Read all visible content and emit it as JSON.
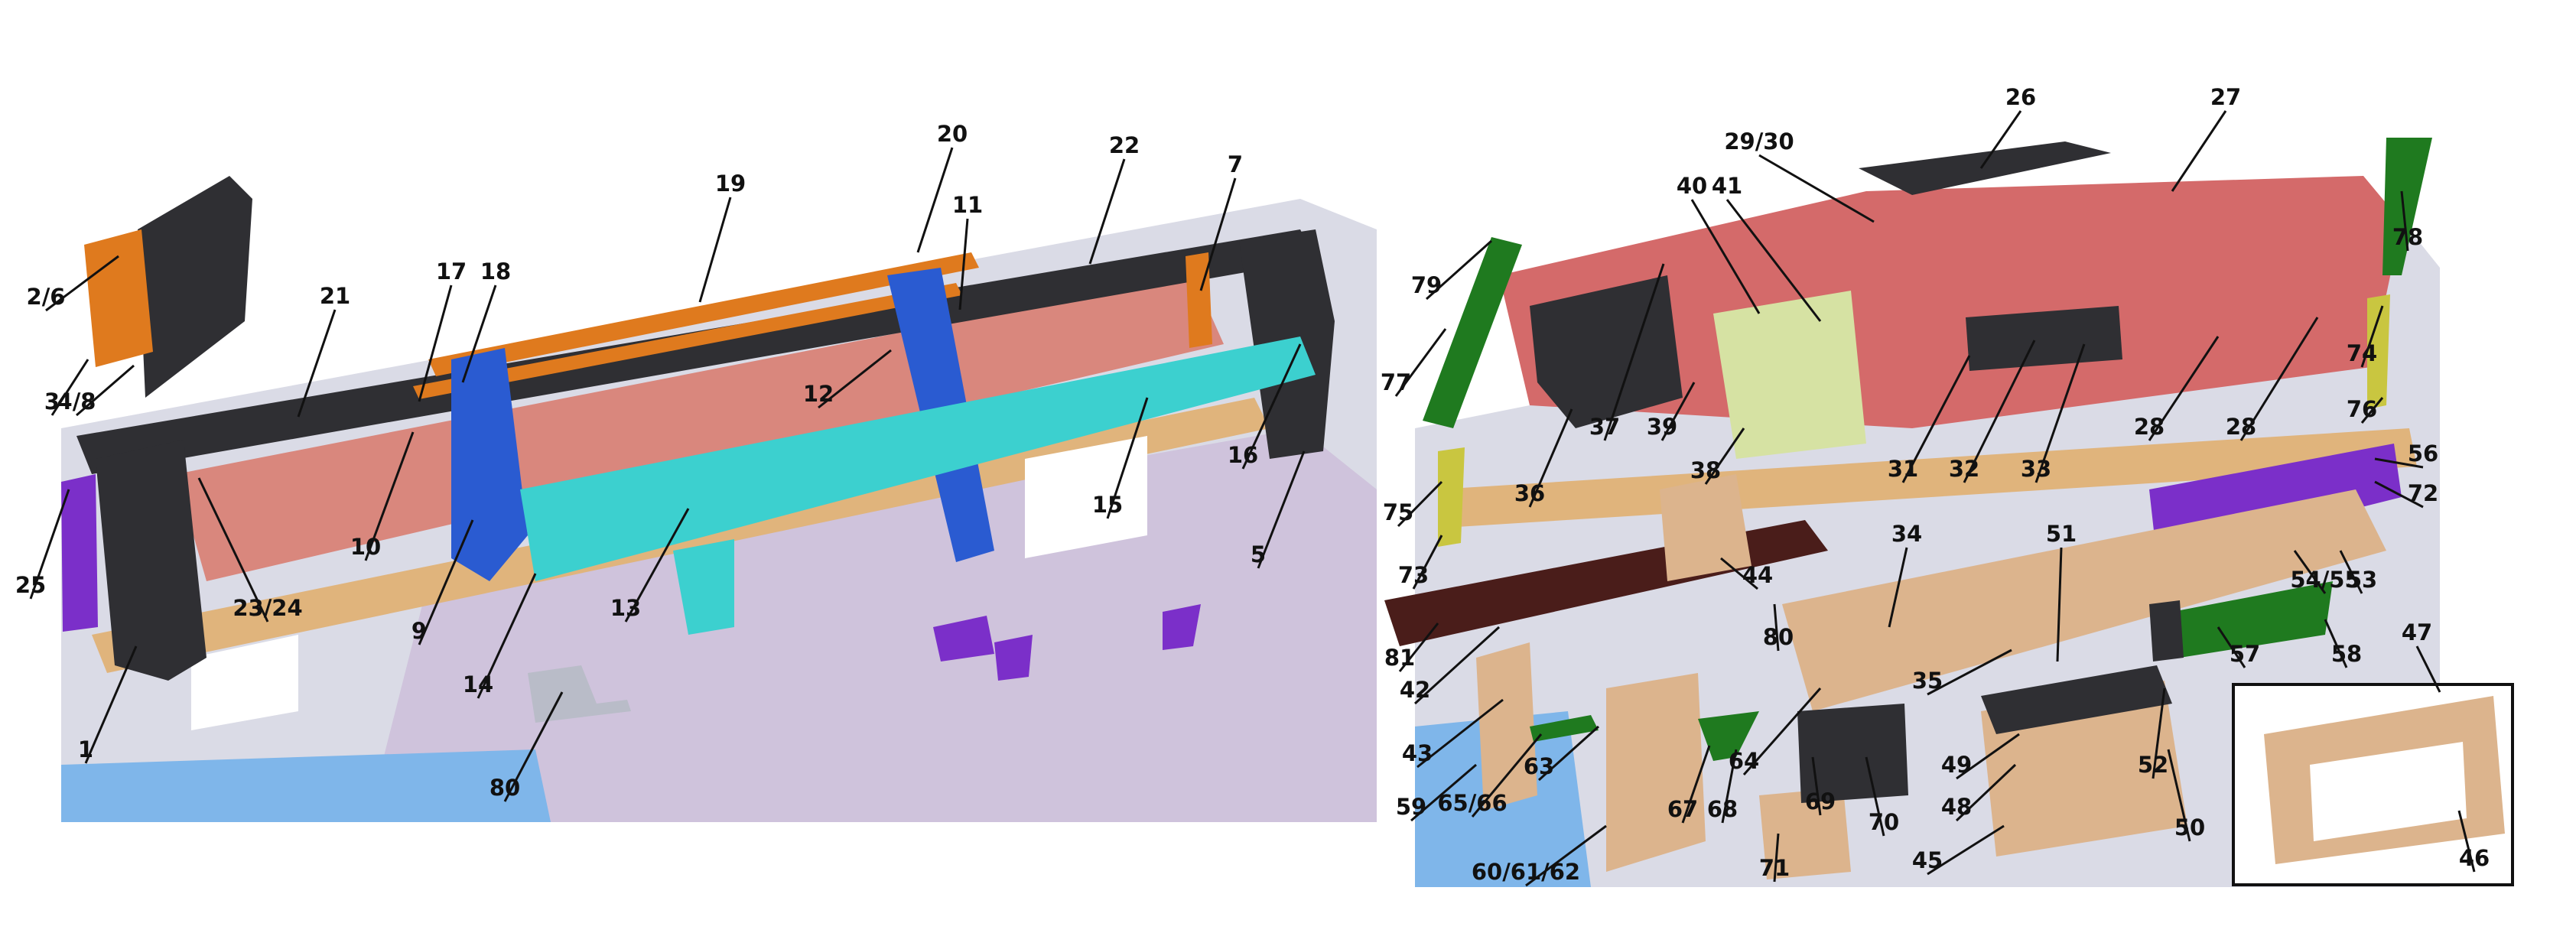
{
  "colors": {
    "floor_grey": "#dadbe6",
    "floor_violet": "#cfc3dc",
    "floor_blue": "#7fb6ea",
    "firewall_red": "#d9877d",
    "beam_tan": "#e0b47c",
    "panel_black": "#2f2f33",
    "bracket_orange": "#df7a1e",
    "bracket_blue": "#2a5bd1",
    "beam_cyan": "#3cd0cf",
    "bracket_purple": "#7b2fc9",
    "dash_red": "#d46a6a",
    "trim_tan": "#dcb48d",
    "dark_brown": "#4a1d1a",
    "green": "#1f7a1f",
    "yellow": "#c9c640",
    "pale_green": "#d6e2a3",
    "grey_bracket": "#b9bcc8"
  },
  "left_diagram": {
    "callouts": [
      {
        "id": "c-2-6",
        "label": "2/6"
      },
      {
        "id": "c-3",
        "label": "3"
      },
      {
        "id": "c-4-8",
        "label": "4/8"
      },
      {
        "id": "c-21",
        "label": "21"
      },
      {
        "id": "c-17",
        "label": "17"
      },
      {
        "id": "c-18",
        "label": "18"
      },
      {
        "id": "c-19",
        "label": "19"
      },
      {
        "id": "c-20",
        "label": "20"
      },
      {
        "id": "c-11",
        "label": "11"
      },
      {
        "id": "c-22",
        "label": "22"
      },
      {
        "id": "c-7",
        "label": "7"
      },
      {
        "id": "c-12",
        "label": "12"
      },
      {
        "id": "c-16",
        "label": "16"
      },
      {
        "id": "c-15",
        "label": "15"
      },
      {
        "id": "c-5",
        "label": "5"
      },
      {
        "id": "c-10",
        "label": "10"
      },
      {
        "id": "c-9",
        "label": "9"
      },
      {
        "id": "c-13",
        "label": "13"
      },
      {
        "id": "c-14",
        "label": "14"
      },
      {
        "id": "c-23-24",
        "label": "23/24"
      },
      {
        "id": "c-25",
        "label": "25"
      },
      {
        "id": "c-1",
        "label": "1"
      },
      {
        "id": "c-80a",
        "label": "80"
      }
    ]
  },
  "right_diagram": {
    "callouts": [
      {
        "id": "c-26",
        "label": "26"
      },
      {
        "id": "c-27",
        "label": "27"
      },
      {
        "id": "c-29-30",
        "label": "29/30"
      },
      {
        "id": "c-40",
        "label": "40"
      },
      {
        "id": "c-41",
        "label": "41"
      },
      {
        "id": "c-79",
        "label": "79"
      },
      {
        "id": "c-77",
        "label": "77"
      },
      {
        "id": "c-78",
        "label": "78"
      },
      {
        "id": "c-74",
        "label": "74"
      },
      {
        "id": "c-76",
        "label": "76"
      },
      {
        "id": "c-56",
        "label": "56"
      },
      {
        "id": "c-72",
        "label": "72"
      },
      {
        "id": "c-75",
        "label": "75"
      },
      {
        "id": "c-73",
        "label": "73"
      },
      {
        "id": "c-36",
        "label": "36"
      },
      {
        "id": "c-37",
        "label": "37"
      },
      {
        "id": "c-39",
        "label": "39"
      },
      {
        "id": "c-38",
        "label": "38"
      },
      {
        "id": "c-31",
        "label": "31"
      },
      {
        "id": "c-32",
        "label": "32"
      },
      {
        "id": "c-33",
        "label": "33"
      },
      {
        "id": "c-28a",
        "label": "28"
      },
      {
        "id": "c-28b",
        "label": "28"
      },
      {
        "id": "c-34",
        "label": "34"
      },
      {
        "id": "c-51",
        "label": "51"
      },
      {
        "id": "c-44",
        "label": "44"
      },
      {
        "id": "c-54-55",
        "label": "54/55"
      },
      {
        "id": "c-53",
        "label": "53"
      },
      {
        "id": "c-81",
        "label": "81"
      },
      {
        "id": "c-80b",
        "label": "80"
      },
      {
        "id": "c-42",
        "label": "42"
      },
      {
        "id": "c-43",
        "label": "43"
      },
      {
        "id": "c-35",
        "label": "35"
      },
      {
        "id": "c-57",
        "label": "57"
      },
      {
        "id": "c-58",
        "label": "58"
      },
      {
        "id": "c-47",
        "label": "47"
      },
      {
        "id": "c-49",
        "label": "49"
      },
      {
        "id": "c-52",
        "label": "52"
      },
      {
        "id": "c-63",
        "label": "63"
      },
      {
        "id": "c-64",
        "label": "64"
      },
      {
        "id": "c-48",
        "label": "48"
      },
      {
        "id": "c-59",
        "label": "59"
      },
      {
        "id": "c-65-66",
        "label": "65/66"
      },
      {
        "id": "c-67",
        "label": "67"
      },
      {
        "id": "c-68",
        "label": "68"
      },
      {
        "id": "c-69",
        "label": "69"
      },
      {
        "id": "c-70",
        "label": "70"
      },
      {
        "id": "c-50",
        "label": "50"
      },
      {
        "id": "c-46",
        "label": "46"
      },
      {
        "id": "c-45",
        "label": "45"
      },
      {
        "id": "c-71",
        "label": "71"
      },
      {
        "id": "c-60-61-62",
        "label": "60/61/62"
      }
    ]
  }
}
